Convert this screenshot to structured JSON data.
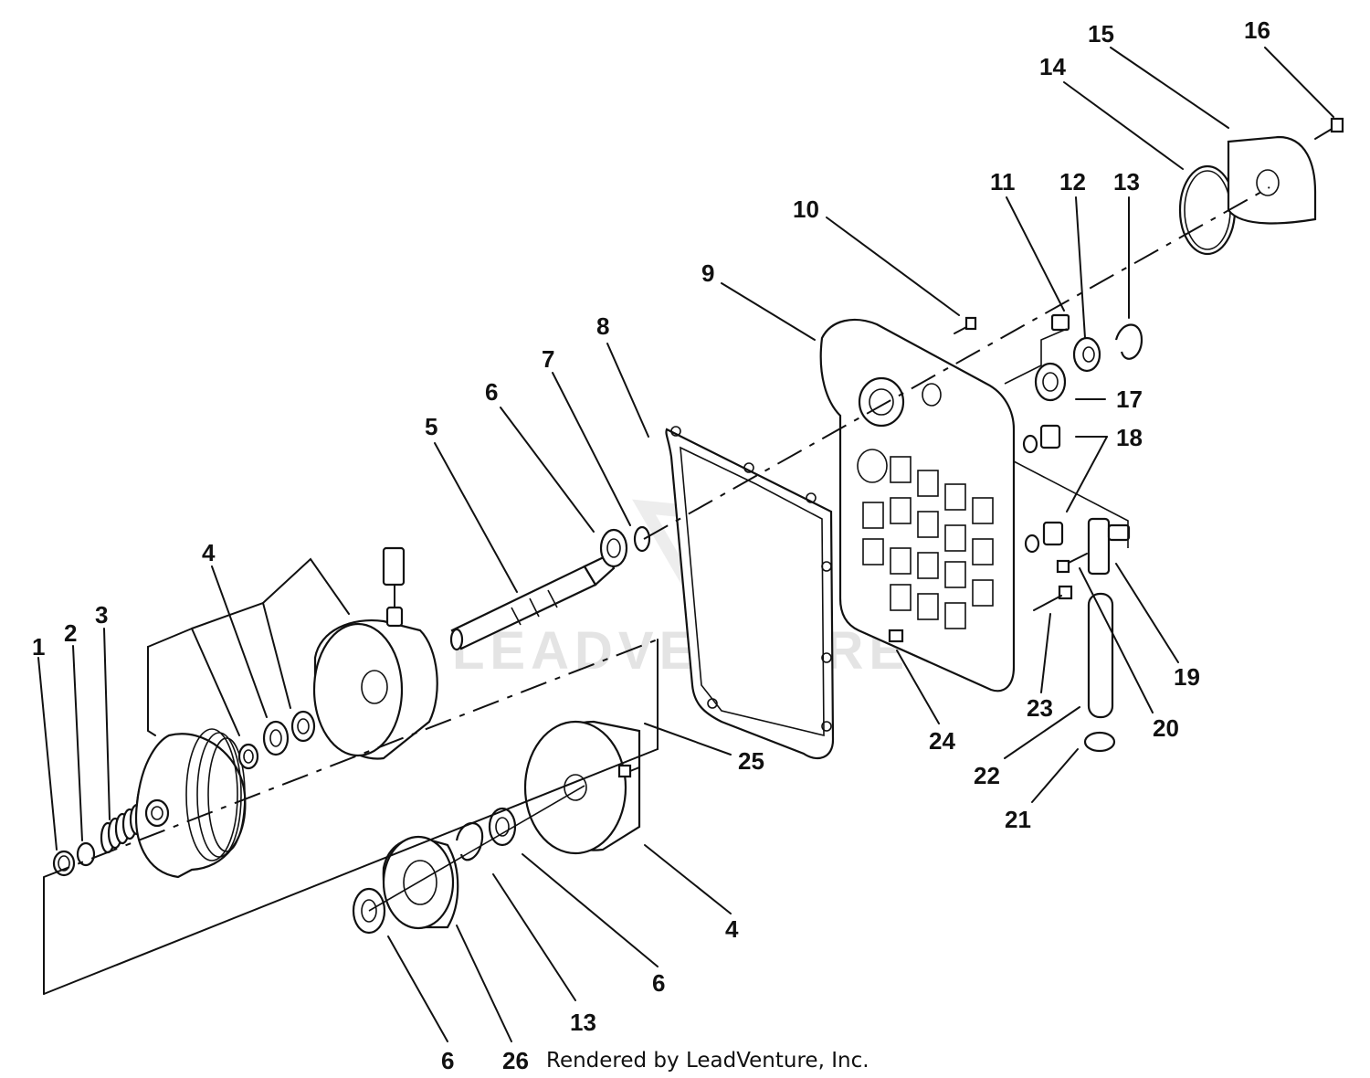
{
  "watermark": "LEADVENTURE",
  "credit": "Rendered by LeadVenture, Inc.",
  "callouts": {
    "c1": "1",
    "c2": "2",
    "c3": "3",
    "c4a": "4",
    "c4b": "4",
    "c5": "5",
    "c6a": "6",
    "c6b": "6",
    "c6c": "6",
    "c7": "7",
    "c8": "8",
    "c9": "9",
    "c10": "10",
    "c11": "11",
    "c12": "12",
    "c13a": "13",
    "c13b": "13",
    "c14": "14",
    "c15": "15",
    "c16": "16",
    "c17": "17",
    "c18": "18",
    "c19": "19",
    "c20": "20",
    "c21": "21",
    "c22": "22",
    "c23": "23",
    "c24": "24",
    "c25": "25",
    "c26": "26"
  }
}
